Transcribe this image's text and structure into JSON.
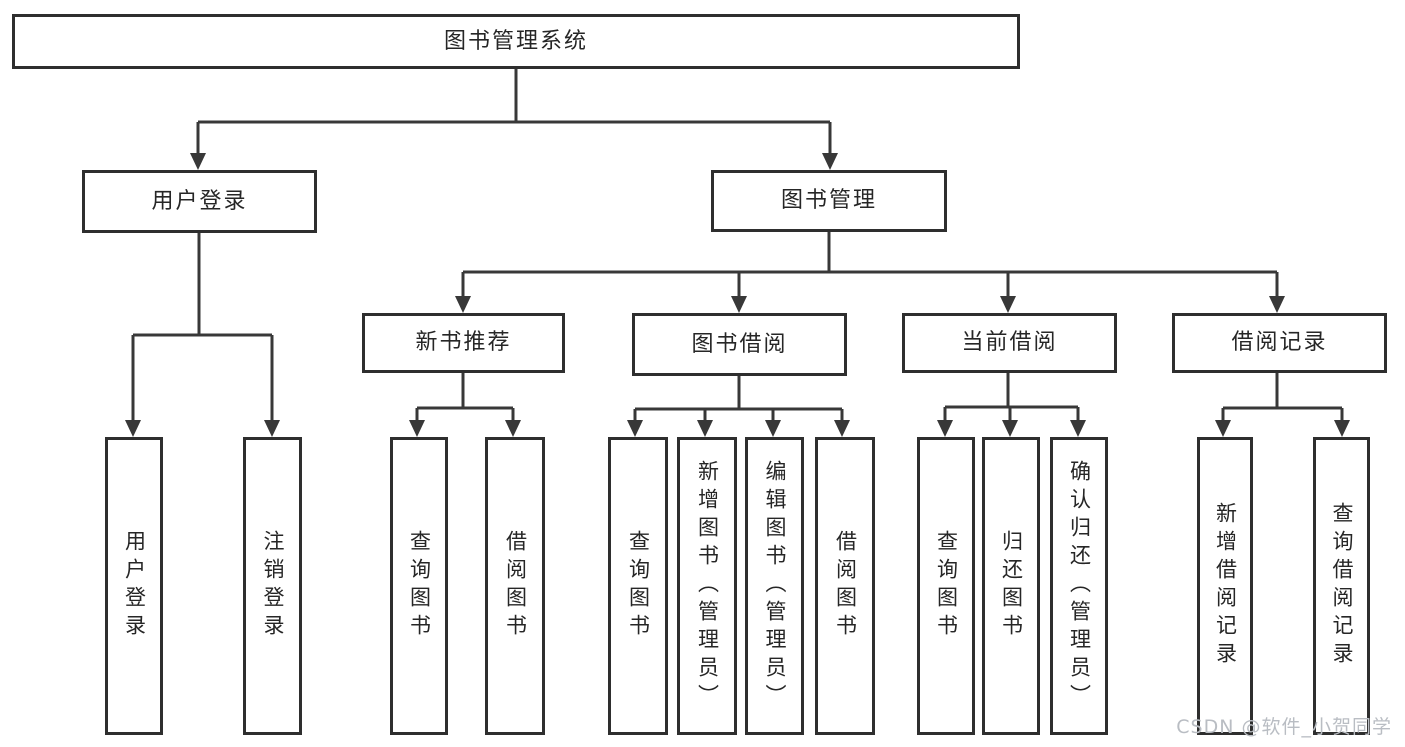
{
  "diagram": {
    "title": "图书管理系统",
    "branches": {
      "user_login": {
        "label": "用户登录",
        "children": [
          "用户登录",
          "注销登录"
        ]
      },
      "book_management": {
        "label": "图书管理",
        "sections": [
          {
            "label": "新书推荐",
            "children": [
              "查询图书",
              "借阅图书"
            ]
          },
          {
            "label": "图书借阅",
            "children": [
              "查询图书",
              "新增图书（管理员）",
              "编辑图书（管理员）",
              "借阅图书"
            ]
          },
          {
            "label": "当前借阅",
            "children": [
              "查询图书",
              "归还图书",
              "确认归还（管理员）"
            ]
          },
          {
            "label": "借阅记录",
            "children": [
              "新增借阅记录",
              "查询借阅记录"
            ]
          }
        ]
      }
    }
  },
  "watermark": {
    "text": "CSDN @软件_小贺同学"
  },
  "colors": {
    "line": "#383838",
    "border": "#2e2e2e",
    "text": "#262626",
    "background": "#ffffff",
    "watermark": "#b9bdc3"
  }
}
